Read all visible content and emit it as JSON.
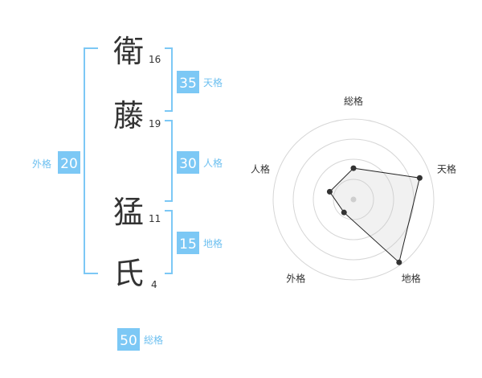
{
  "name_chars": [
    {
      "char": "衛",
      "strokes": "16"
    },
    {
      "char": "藤",
      "strokes": "19"
    },
    {
      "char": "猛",
      "strokes": "11"
    },
    {
      "char": "氏",
      "strokes": "4"
    }
  ],
  "kaku": {
    "tenkaku": {
      "value": "35",
      "label": "天格"
    },
    "jinkaku": {
      "value": "30",
      "label": "人格"
    },
    "chikaku": {
      "value": "15",
      "label": "地格"
    },
    "gaikaku": {
      "value": "20",
      "label": "外格"
    },
    "soukaku": {
      "value": "50",
      "label": "総格"
    }
  },
  "colors": {
    "accent": "#7cc8f5",
    "label": "#6ec0f0",
    "text": "#333333"
  },
  "chart_data": {
    "type": "radar",
    "axes": [
      "総格",
      "天格",
      "地格",
      "外格",
      "人格"
    ],
    "values": [
      1.75,
      3.9,
      4.35,
      0.9,
      1.4
    ],
    "rmax": 4.5,
    "rings": 4
  }
}
